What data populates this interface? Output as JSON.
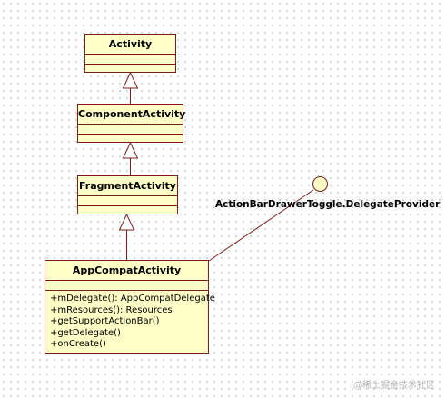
{
  "diagram": {
    "classes": {
      "activity": {
        "name": "Activity",
        "operations": []
      },
      "component_activity": {
        "name": "ComponentActivity",
        "operations": []
      },
      "fragment_activity": {
        "name": "FragmentActivity",
        "operations": []
      },
      "appcompat_activity": {
        "name": "AppCompatActivity",
        "operations": [
          "+mDelegate(): AppCompatDelegate",
          "+mResources(): Resources",
          "+getSupportActionBar()",
          "+getDelegate()",
          "+onCreate()"
        ]
      }
    },
    "interface": {
      "name": "ActionBarDrawerToggle.DelegateProvider"
    },
    "relationships": [
      {
        "from": "ComponentActivity",
        "to": "Activity",
        "type": "generalization"
      },
      {
        "from": "FragmentActivity",
        "to": "ComponentActivity",
        "type": "generalization"
      },
      {
        "from": "AppCompatActivity",
        "to": "FragmentActivity",
        "type": "generalization"
      },
      {
        "from": "AppCompatActivity",
        "to": "ActionBarDrawerToggle.DelegateProvider",
        "type": "realization"
      }
    ],
    "colors": {
      "class_fill": "#ffffc7",
      "class_border": "#7a1f1f",
      "line": "#7a1f1f"
    }
  },
  "watermark": "@稀土掘金技术社区"
}
